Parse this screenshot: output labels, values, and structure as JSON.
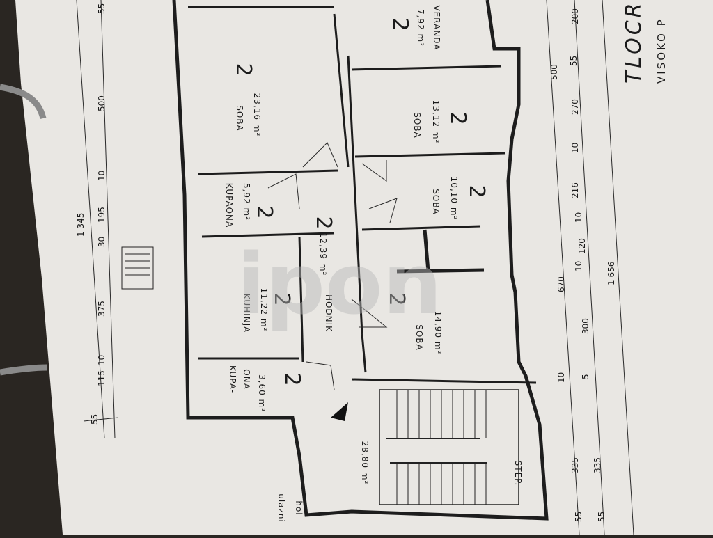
{
  "watermark": "ipon",
  "title": "TLOCR",
  "subtitle": "VISOKO P",
  "rooms": [
    {
      "name": "SOBA",
      "area": "23,16 m²",
      "num": "2"
    },
    {
      "name": "SOBA",
      "area": "13,12 m²",
      "num": "2"
    },
    {
      "name": "SOBA",
      "area": "10,10 m²",
      "num": "2"
    },
    {
      "name": "SOBA",
      "area": "14,90 m²",
      "num": "2"
    },
    {
      "name": "KUPAONA",
      "area": "5,92 m²",
      "num": "2"
    },
    {
      "name": "KUHINJA",
      "area": "11,22 m²",
      "num": "2"
    },
    {
      "name": "HODNIK",
      "area": "12,39 m²",
      "num": "2"
    },
    {
      "name": "KUPA-",
      "name2": "ONA",
      "area": "3,60 m²",
      "num": "2"
    },
    {
      "name": "VERANDA",
      "area": "7,92 m²",
      "num": "2"
    },
    {
      "name": "ulazni",
      "name2": "hol",
      "area": "28,80 m²"
    },
    {
      "name": "STEP."
    }
  ],
  "dims_left": [
    "55",
    "115",
    "10",
    "375",
    "30",
    "195",
    "10",
    "500",
    "55",
    "1 345"
  ],
  "dims_right": [
    "55",
    "335",
    "5",
    "10",
    "300",
    "10",
    "120",
    "10",
    "216",
    "10",
    "270",
    "55",
    "200",
    "670",
    "1 656",
    "500",
    "335",
    "55"
  ]
}
